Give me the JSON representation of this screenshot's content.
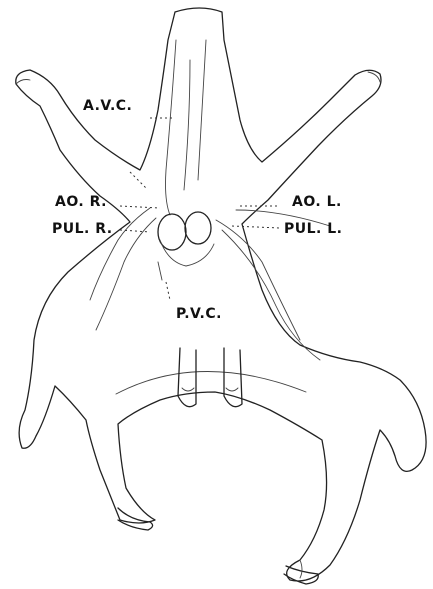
{
  "figure": {
    "labels": {
      "avc": "A.V.C.",
      "ao_r": "AO. R.",
      "pul_r": "PUL. R.",
      "ao_l": "AO. L.",
      "pul_l": "PUL. L.",
      "pvc": "P.V.C."
    },
    "colors": {
      "ink": "#222222",
      "paper": "#ffffff"
    }
  }
}
